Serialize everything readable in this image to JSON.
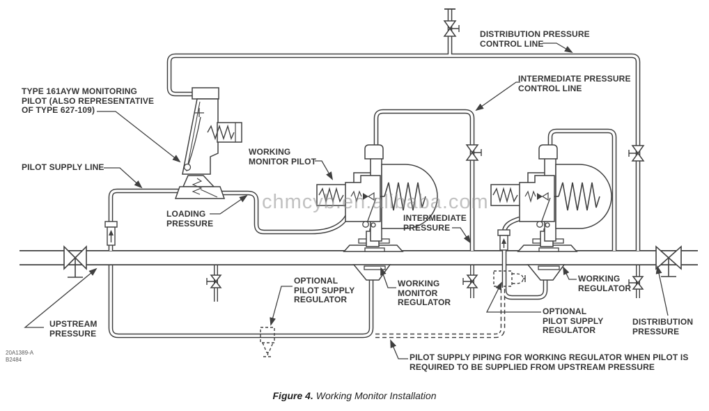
{
  "figure": {
    "caption_prefix": "Figure 4.",
    "caption_text": " Working Monitor Installation"
  },
  "watermark": "chmcyb.en.alibaba.com",
  "doc_number": "20A1389-A\nB2484",
  "labels": {
    "type_161ayw": "TYPE 161AYW MONITORING\nPILOT (ALSO REPRESENTATIVE\nOF TYPE 627-109)",
    "pilot_supply_line": "PILOT SUPPLY LINE",
    "working_monitor_pilot": "WORKING\nMONITOR PILOT",
    "loading_pressure": "LOADING\nPRESSURE",
    "distribution_pressure_control_line": "DISTRIBUTION PRESSURE\nCONTROL LINE",
    "intermediate_pressure_control_line": "INTERMEDIATE PRESSURE\nCONTROL LINE",
    "intermediate_pressure": "INTERMEDIATE\nPRESSURE",
    "optional_pilot_supply_regulator_1": "OPTIONAL\nPILOT SUPPLY\nREGULATOR",
    "working_monitor_regulator": "WORKING\nMONITOR\nREGULATOR",
    "working_regulator": "WORKING\nREGULATOR",
    "upstream_pressure": "UPSTREAM\nPRESSURE",
    "optional_pilot_supply_regulator_2": "OPTIONAL\nPILOT SUPPLY\nREGULATOR",
    "distribution_pressure": "DISTRIBUTION\nPRESSURE",
    "pilot_supply_piping_note": "PILOT SUPPLY PIPING FOR WORKING REGULATOR WHEN PILOT IS\nREQUIRED TO BE SUPPLIED FROM UPSTREAM PRESSURE"
  },
  "colors": {
    "line": "#3f3f3f",
    "text": "#343434",
    "watermark": "#8f8f8f",
    "background": "#ffffff"
  }
}
